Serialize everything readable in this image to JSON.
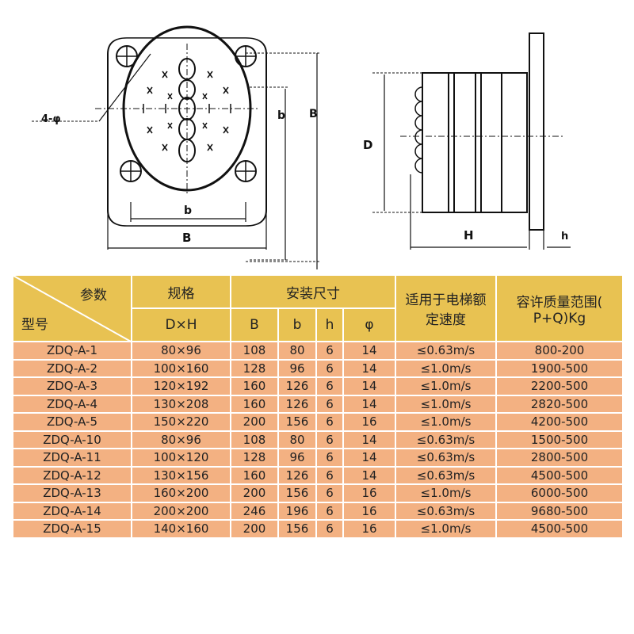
{
  "drawing": {
    "labels": {
      "hole": "4-φ",
      "B": "B",
      "b": "b",
      "D": "D",
      "H": "H",
      "h": "h"
    }
  },
  "table": {
    "header": {
      "corner_top": "参数",
      "corner_bottom": "型号",
      "spec": "规格",
      "spec_sub": "D×H",
      "install": "安装尺寸",
      "B": "B",
      "b": "b",
      "h": "h",
      "phi": "φ",
      "speed": "适用于电梯额定速度",
      "load": "容许质量范围( P+Q)Kg"
    },
    "rows": [
      [
        "ZDQ-A-1",
        "80×96",
        "108",
        "80",
        "6",
        "14",
        "≤0.63m/s",
        "800-200"
      ],
      [
        "ZDQ-A-2",
        "100×160",
        "128",
        "96",
        "6",
        "14",
        "≤1.0m/s",
        "1900-500"
      ],
      [
        "ZDQ-A-3",
        "120×192",
        "160",
        "126",
        "6",
        "14",
        "≤1.0m/s",
        "2200-500"
      ],
      [
        "ZDQ-A-4",
        "130×208",
        "160",
        "126",
        "6",
        "14",
        "≤1.0m/s",
        "2820-500"
      ],
      [
        "ZDQ-A-5",
        "150×220",
        "200",
        "156",
        "6",
        "16",
        "≤1.0m/s",
        "4200-500"
      ],
      [
        "ZDQ-A-10",
        "80×96",
        "108",
        "80",
        "6",
        "14",
        "≤0.63m/s",
        "1500-500"
      ],
      [
        "ZDQ-A-11",
        "100×120",
        "128",
        "96",
        "6",
        "14",
        "≤0.63m/s",
        "2800-500"
      ],
      [
        "ZDQ-A-12",
        "130×156",
        "160",
        "126",
        "6",
        "14",
        "≤0.63m/s",
        "4500-500"
      ],
      [
        "ZDQ-A-13",
        "160×200",
        "200",
        "156",
        "6",
        "16",
        "≤1.0m/s",
        "6000-500"
      ],
      [
        "ZDQ-A-14",
        "200×200",
        "246",
        "196",
        "6",
        "16",
        "≤0.63m/s",
        "9680-500"
      ],
      [
        "ZDQ-A-15",
        "140×160",
        "200",
        "156",
        "6",
        "16",
        "≤1.0m/s",
        "4500-500"
      ]
    ]
  }
}
